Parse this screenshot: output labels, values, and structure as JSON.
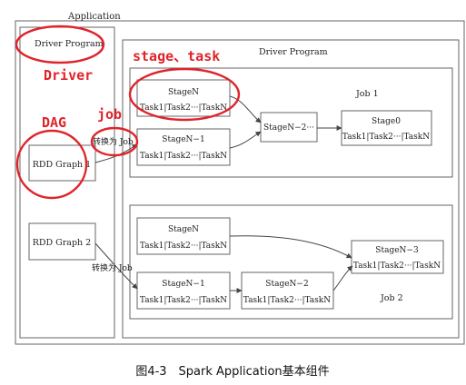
{
  "colors": {
    "annotation": "#e0242b",
    "stroke": "#555555",
    "text": "#222222",
    "background": "#ffffff"
  },
  "application": {
    "label": "Application"
  },
  "left_panel": {
    "driver_label": "Driver Program",
    "rdd1": "RDD Graph 1",
    "rdd2": "RDD Graph 2"
  },
  "right_panel": {
    "driver_label": "Driver Program"
  },
  "job1": {
    "label": "Job 1",
    "stage_n": {
      "title": "StageN",
      "tasks": "Task1|Task2···|TaskN"
    },
    "stage_n1": {
      "title": "StageN−1",
      "tasks": "Task1|Task2···|TaskN"
    },
    "stage_n2": {
      "title": "StageN−2···"
    },
    "stage0": {
      "title": "Stage0",
      "tasks": "Task1|Task2···|TaskN"
    }
  },
  "job2": {
    "label": "Job 2",
    "stage_n": {
      "title": "StageN",
      "tasks": "Task1|Task2···|TaskN"
    },
    "stage_n1": {
      "title": "StageN−1",
      "tasks": "Task1|Task2···|TaskN"
    },
    "stage_n2": {
      "title": "StageN−2",
      "tasks": "Task1|Task2···|TaskN"
    },
    "stage_n3": {
      "title": "StageN−3",
      "tasks": "Task1|Task2···|TaskN"
    }
  },
  "convert_label_1": "转换为 Job",
  "convert_label_2": "转换为 Job",
  "annotations": {
    "driver": "Driver",
    "dag": "DAG",
    "job": "job",
    "stage_task": "stage、task"
  },
  "caption": "图4-3　Spark Application基本组件"
}
